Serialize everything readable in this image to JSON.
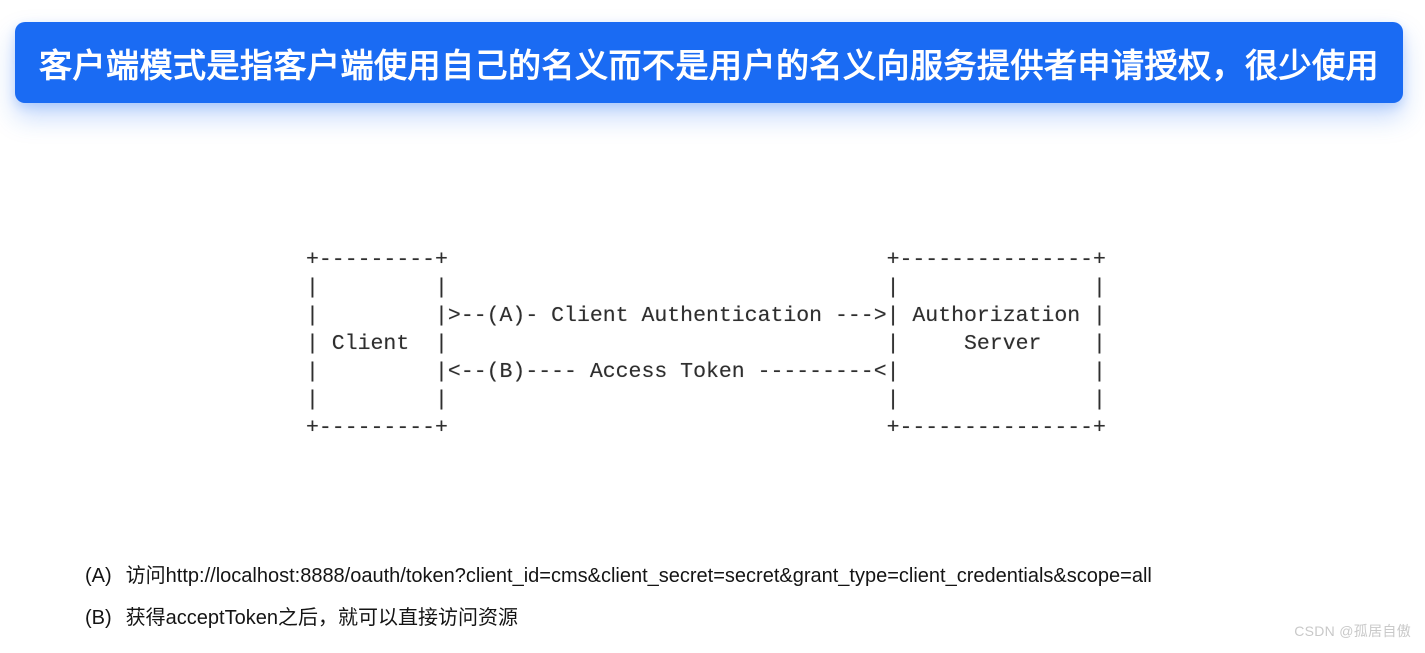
{
  "banner": {
    "text": "客户端模式是指客户端使用自己的名义而不是用户的名义向服务提供者申请授权，很少使用",
    "background_color": "#1a6bf3",
    "text_color": "#ffffff"
  },
  "diagram": {
    "ascii": "+---------+                                  +---------------+\n|         |                                  |               |\n|         |>--(A)- Client Authentication --->| Authorization |\n| Client  |                                  |     Server    |\n|         |<--(B)---- Access Token ---------<|               |\n|         |                                  |               |\n+---------+                                  +---------------+",
    "left_box_label": "Client",
    "right_box_label": "Authorization Server",
    "flows": [
      {
        "step": "A",
        "label": "Client Authentication",
        "direction": "client-to-server"
      },
      {
        "step": "B",
        "label": "Access Token",
        "direction": "server-to-client"
      }
    ]
  },
  "notes": [
    {
      "label": "(A)",
      "text": "访问http://localhost:8888/oauth/token?client_id=cms&client_secret=secret&grant_type=client_credentials&scope=all"
    },
    {
      "label": "(B)",
      "text": "获得acceptToken之后，就可以直接访问资源"
    }
  ],
  "watermark": {
    "text": "CSDN @孤居自傲",
    "color": "#c9c9c9"
  }
}
